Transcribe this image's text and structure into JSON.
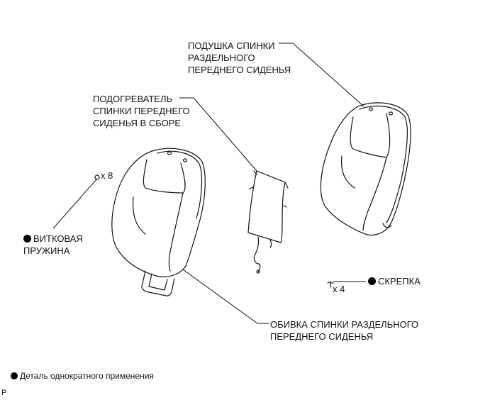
{
  "labels": {
    "cushion": [
      "ПОДУШКА СПИНКИ",
      "РАЗДЕЛЬНОГО",
      "ПЕРЕДНЕГО СИДЕНЬЯ"
    ],
    "heater": [
      "ПОДОГРЕВАТЕЛЬ",
      "СПИНКИ ПЕРЕДНЕГО",
      "СИДЕНЬЯ В СБОРЕ"
    ],
    "spring": [
      "ВИТКОВАЯ",
      "ПРУЖИНА"
    ],
    "spring_qty": "x 8",
    "clip": "СКРЕПКА",
    "clip_qty": "x 4",
    "cover": [
      "ОБИВКА СПИНКИ РАЗДЕЛЬНОГО",
      "ПЕРЕДНЕГО СИДЕНЬЯ"
    ]
  },
  "legend": {
    "text": "Деталь однократного применения"
  },
  "corner_mark": "P"
}
